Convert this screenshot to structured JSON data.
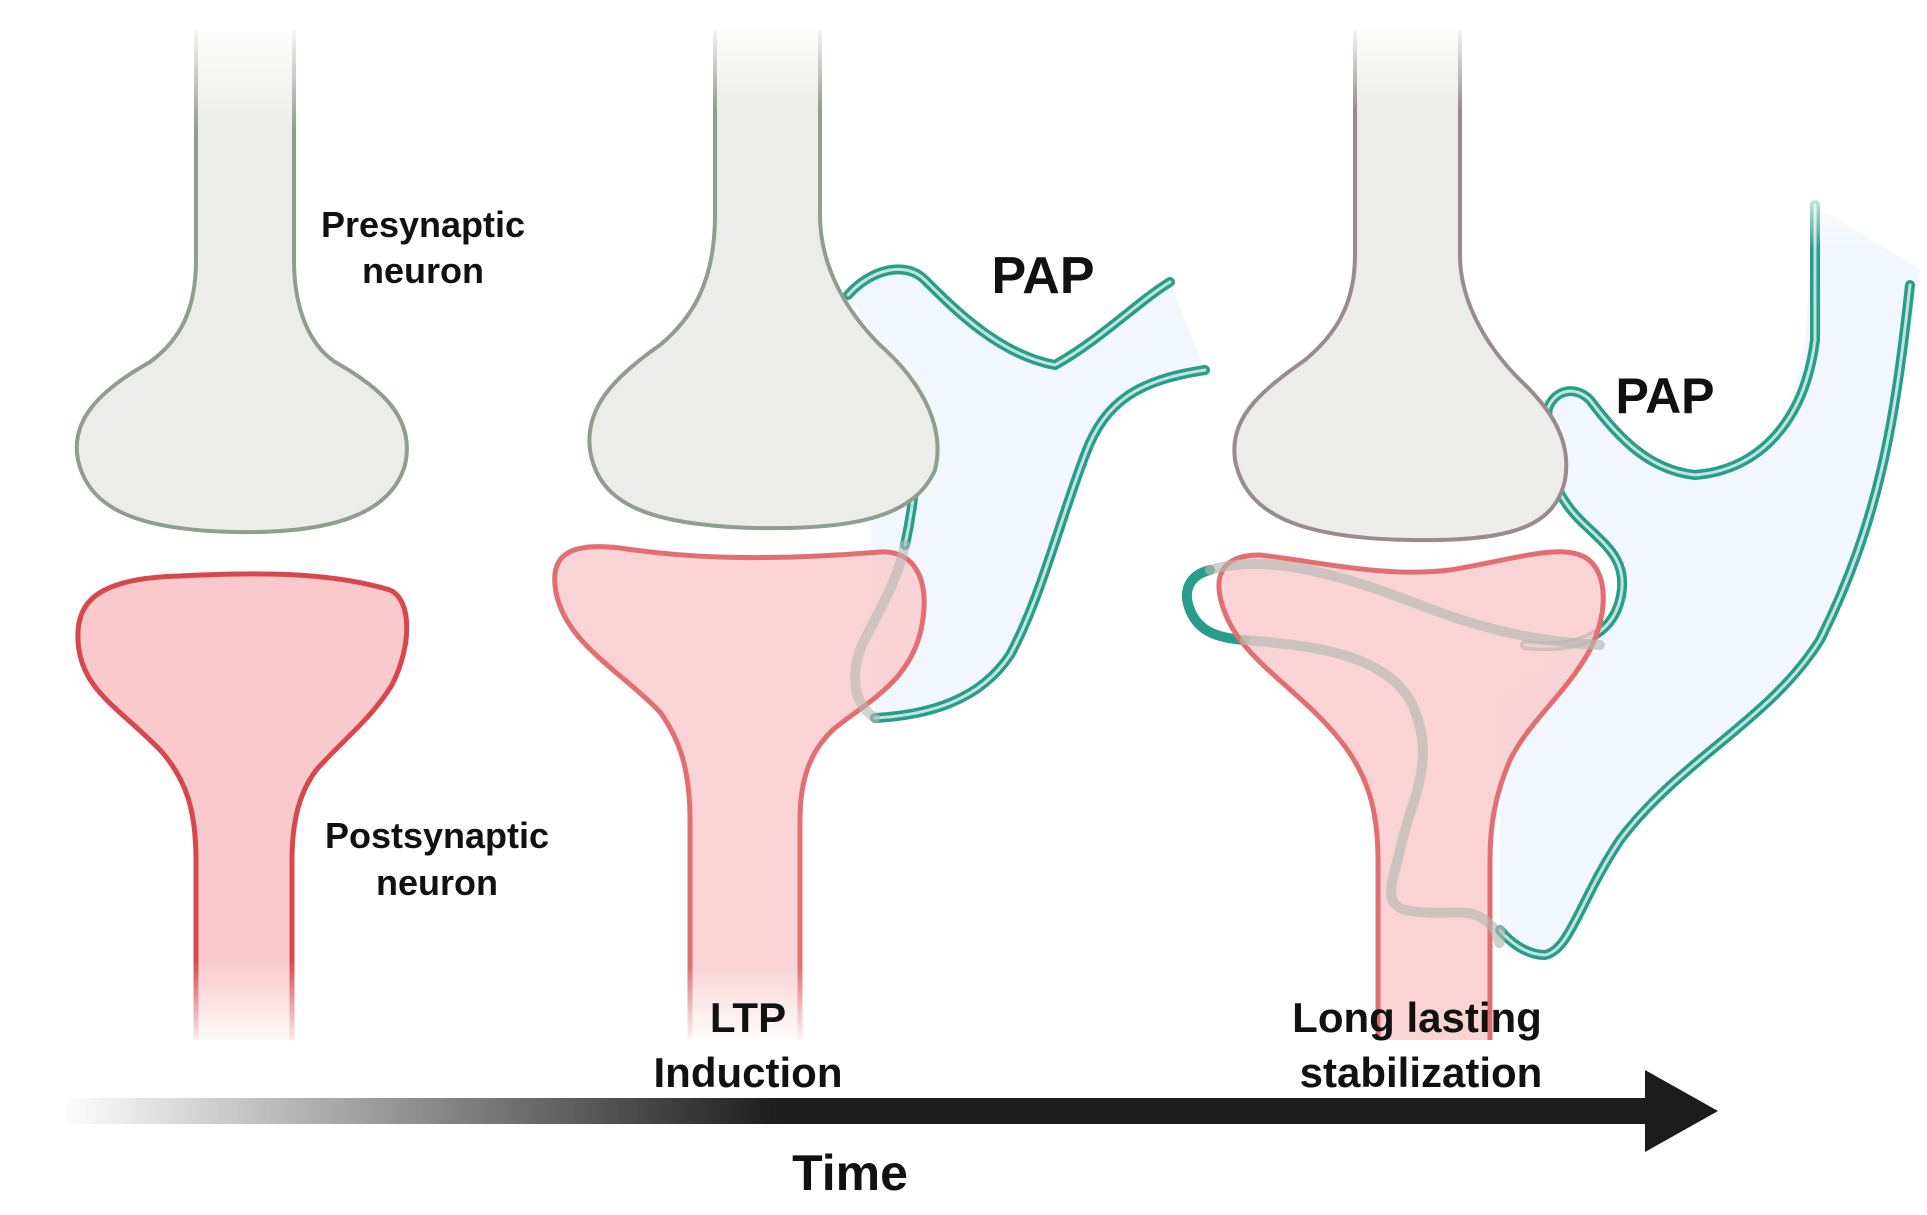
{
  "labels": {
    "presynaptic_line1": "Presynaptic",
    "presynaptic_line2": "neuron",
    "postsynaptic_line1": "Postsynaptic",
    "postsynaptic_line2": "neuron",
    "pap_stage2": "PAP",
    "pap_stage3": "PAP",
    "stage2_line1": "LTP",
    "stage2_line2": "Induction",
    "stage3_line1": "Long lasting",
    "stage3_line2": "stabilization",
    "axis": "Time"
  },
  "colors": {
    "pre_fill": "#ececea",
    "pre_stroke": "#8f9e8d",
    "pre_stroke_stage3": "#9a8c8e",
    "post_fill": "#f9c9cb",
    "post_stroke": "#d9474d",
    "post_stroke_soft": "#e26e72",
    "pap_fill": "#f1f7fc",
    "pap_stroke": "#2a9d8a",
    "pap_inner": "#bfe6dc",
    "arrow": "#1c1c1c"
  }
}
